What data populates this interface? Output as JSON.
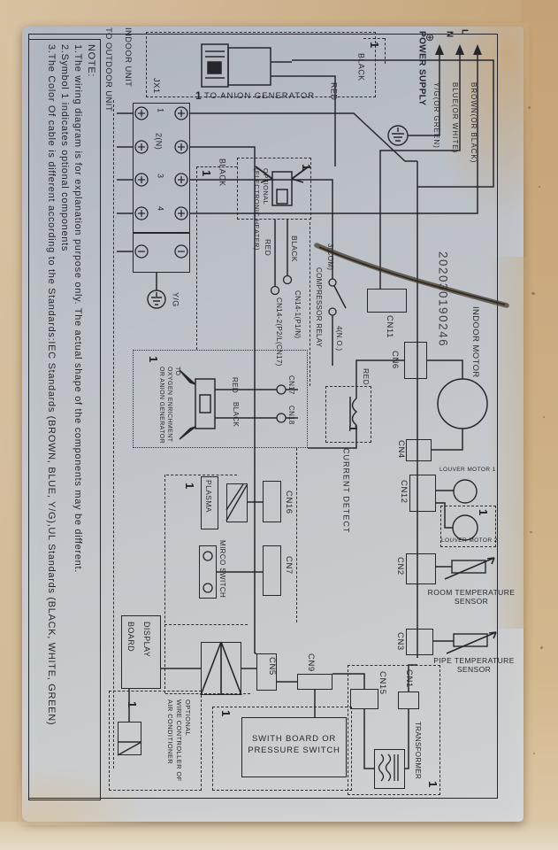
{
  "colors": {
    "paper": "#c9ad85",
    "label_bg": "#bfc4ca",
    "ink": "#26272c",
    "stain": "#c5a678"
  },
  "notes": {
    "lines": [
      "NOTE:",
      "1.The wiring diagram is for explanation purpose only. The actual shape of the components may be different.",
      "2.Symbol 1 indicates optional components",
      "3.The Color Of cable is different according to the Standards:IEC Standards (BROWN, BLUE, Y/G),UL Standards (BLACK, WHITE, GREEN)"
    ]
  },
  "boundary": {
    "indoor": "INDOOR UNIT",
    "outdoor": "TO OUTDOOR UNIT"
  },
  "terminal": {
    "name": "JX1",
    "pins": [
      "1",
      "2(N)",
      "3",
      "4"
    ],
    "ground_wire": "Y/G"
  },
  "power": {
    "title": "POWER SUPPLY",
    "line": "L",
    "neutral": "N",
    "earth": "⊕",
    "wires": [
      "BROWN(OR BLACK)",
      "BLUE(OR WHITE)",
      "Y/G(OR GREEN)"
    ]
  },
  "serial": "202030190246",
  "wire": {
    "red": "RED",
    "black": "BLACK"
  },
  "anion": {
    "label": "TO ANION GENERATOR"
  },
  "heater": {
    "label": [
      "OPTIONAL",
      "(ELECTRONIC HEATER)"
    ],
    "plug1": "CN14-1(P1/N)",
    "plug2": "CN14-2(P2/L(CN17)"
  },
  "compressor": {
    "com": "3(COM)",
    "relay": "COMPRESSOR RELAY",
    "no": "4(N.O.)"
  },
  "oxygen": {
    "label": [
      "TO",
      "OXYGEN ENRICHMENT",
      "OR ANION GENERATOR"
    ],
    "cn17": "CN17",
    "cn18": "CN18"
  },
  "board": {
    "cn11": "CN11",
    "cn6": "CN6",
    "cn4": "CN4",
    "cn12": "CN12",
    "cn2": "CN2",
    "cn3": "CN3",
    "cn16": "CN16",
    "cn7": "CN7",
    "cn5": "CN5",
    "cn9": "CN9",
    "cn15": "CN15",
    "cn1": "CN1"
  },
  "devices": {
    "indoor_motor": "INDOOR MOTOR",
    "current_detect": "CURRENT DETECT",
    "plasma": "PLASMA",
    "micro_switch": "MIRCO SWITCH",
    "louver1": "LOUVER MOTOR 1",
    "louver2": "LOUVER MOTOR 2",
    "room_sensor": [
      "ROOM TEMPERATURE",
      "SENSOR"
    ],
    "pipe_sensor": [
      "PIPE TEMPERATURE",
      "SENSOR"
    ],
    "display": [
      "DISPLAY",
      "BOARD"
    ],
    "controller": [
      "OPTIONAL",
      "WIRE CONTROLLER OF",
      "AIR CONDITIONER"
    ],
    "switch_board": [
      "SWITH BOARD OR",
      "PRESSURE SWITCH"
    ],
    "transformer": "TRANSFORMER"
  },
  "opt_symbol": "1"
}
